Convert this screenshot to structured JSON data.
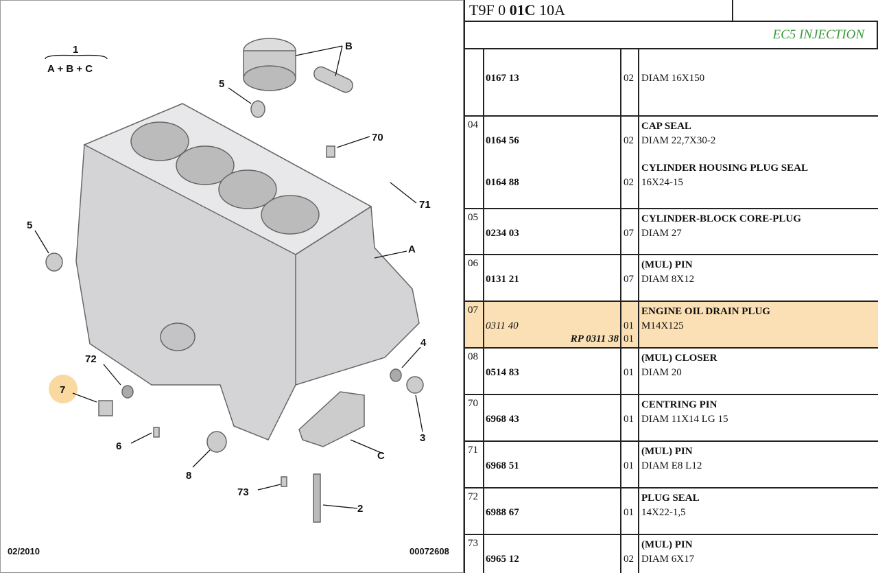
{
  "diagram": {
    "labels": {
      "group": "1",
      "group_formula": "A + B + C",
      "B": "B",
      "n5a": "5",
      "n70": "70",
      "n71": "71",
      "n5b": "5",
      "A": "A",
      "n4": "4",
      "n3": "3",
      "n72": "72",
      "n7": "7",
      "n6": "6",
      "n8": "8",
      "n73": "73",
      "n2": "2",
      "C": "C"
    },
    "date": "02/2010",
    "ref": "00072608",
    "highlight_color": "#f9d9a0"
  },
  "header": {
    "code_prefix": "T9F 0 ",
    "code_bold": "01C",
    "code_suffix": " 10A",
    "subtitle": "EC5 INJECTION",
    "subtitle_color": "#3a9a3a"
  },
  "rows": [
    {
      "num": "",
      "part": "0167 13",
      "qty": "02",
      "title": "",
      "desc": "DIAM 16X150"
    },
    {
      "num": "04",
      "part": "0164 56",
      "qty": "02",
      "title": "CAP SEAL",
      "desc": "DIAM 22,7X30-2",
      "part2": "0164 88",
      "qty2": "02",
      "title2": "CYLINDER HOUSING PLUG SEAL",
      "desc2": "16X24-15"
    },
    {
      "num": "05",
      "part": "0234 03",
      "qty": "07",
      "title": "CYLINDER-BLOCK CORE-PLUG",
      "desc": "DIAM 27"
    },
    {
      "num": "06",
      "part": "0131 21",
      "qty": "07",
      "title": "(MUL) PIN",
      "desc": "DIAM 8X12"
    },
    {
      "num": "07",
      "part": "0311 40",
      "qty": "01",
      "title": "ENGINE OIL DRAIN PLUG",
      "desc": "M14X125",
      "rp": "RP 0311 38",
      "rp_qty": "01",
      "highlight": "#fbe0b5"
    },
    {
      "num": "08",
      "part": "0514 83",
      "qty": "01",
      "title": "(MUL) CLOSER",
      "desc": "DIAM 20"
    },
    {
      "num": "70",
      "part": "6968 43",
      "qty": "01",
      "title": "CENTRING PIN",
      "desc": "DIAM 11X14 LG 15"
    },
    {
      "num": "71",
      "part": "6968 51",
      "qty": "01",
      "title": "(MUL) PIN",
      "desc": "DIAM E8 L12"
    },
    {
      "num": "72",
      "part": "6988 67",
      "qty": "01",
      "title": "PLUG SEAL",
      "desc": "14X22-1,5"
    },
    {
      "num": "73",
      "part": "6965 12",
      "qty": "02",
      "title": "(MUL) PIN",
      "desc": "DIAM 6X17"
    }
  ]
}
